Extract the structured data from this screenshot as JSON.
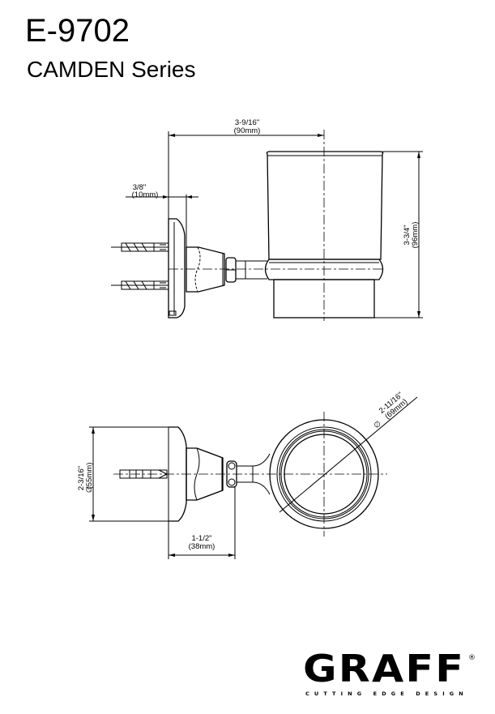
{
  "header": {
    "model": "E-9702",
    "series": "CAMDEN Series"
  },
  "side_view": {
    "width_in": "3-9/16\"",
    "width_mm": "(90mm)",
    "plate_in": "3/8\"",
    "plate_mm": "(10mm)",
    "height_in": "3-3/4\"",
    "height_mm": "(96mm)"
  },
  "top_view": {
    "plate_dia_in": "2-3/16\"",
    "plate_dia_mm": "(55mm)",
    "dia_symbol": "∅",
    "projection_in": "1-1/2\"",
    "projection_mm": "(38mm)",
    "ring_dia_in": "2-11/16\"",
    "ring_dia_mm": "(69mm)"
  },
  "brand": {
    "name": "GRAFF",
    "registered": "®",
    "tagline": "CUTTING EDGE DESIGN"
  }
}
